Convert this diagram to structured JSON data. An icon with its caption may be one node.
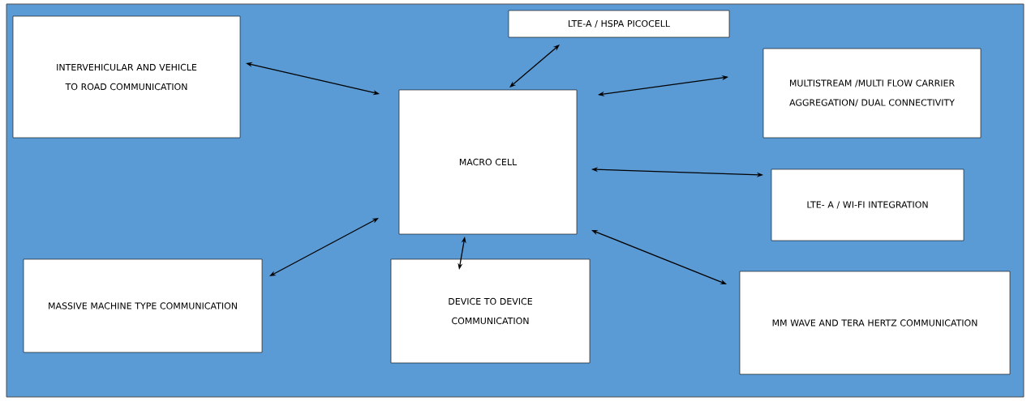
{
  "diagram": {
    "nodes": [
      {
        "text": [
          "INTERVEHICULAR AND VEHICLE TO ROAD COMMUNICATION"
        ]
      },
      {
        "text": [
          "LTE-A / HSPA PICOCELL"
        ]
      },
      {
        "text": [
          "MULTISTREAM /MULTI FLOW CARRIER AGGREGATION/ DUAL CONNECTIVITY"
        ]
      },
      {
        "text": [
          "MACRO CELL"
        ]
      },
      {
        "text": [
          "LTE- A / WI-FI INTEGRATION"
        ]
      },
      {
        "text": [
          "MASSIVE MACHINE TYPE COMMUNICATION"
        ]
      },
      {
        "text": [
          "DEVICE TO DEVICE COMMUNICATION"
        ]
      },
      {
        "text": [
          "MM WAVE AND TERA HERTZ COMMUNICATION"
        ]
      }
    ],
    "edges": [
      {
        "from": 3,
        "to": 0,
        "arrow": "both"
      },
      {
        "from": 3,
        "to": 1,
        "arrow": "both"
      },
      {
        "from": 3,
        "to": 2,
        "arrow": "both"
      },
      {
        "from": 3,
        "to": 4,
        "arrow": "both"
      },
      {
        "from": 3,
        "to": 5,
        "arrow": "both"
      },
      {
        "from": 3,
        "to": 6,
        "arrow": "both"
      },
      {
        "from": 3,
        "to": 7,
        "arrow": "both"
      }
    ]
  }
}
